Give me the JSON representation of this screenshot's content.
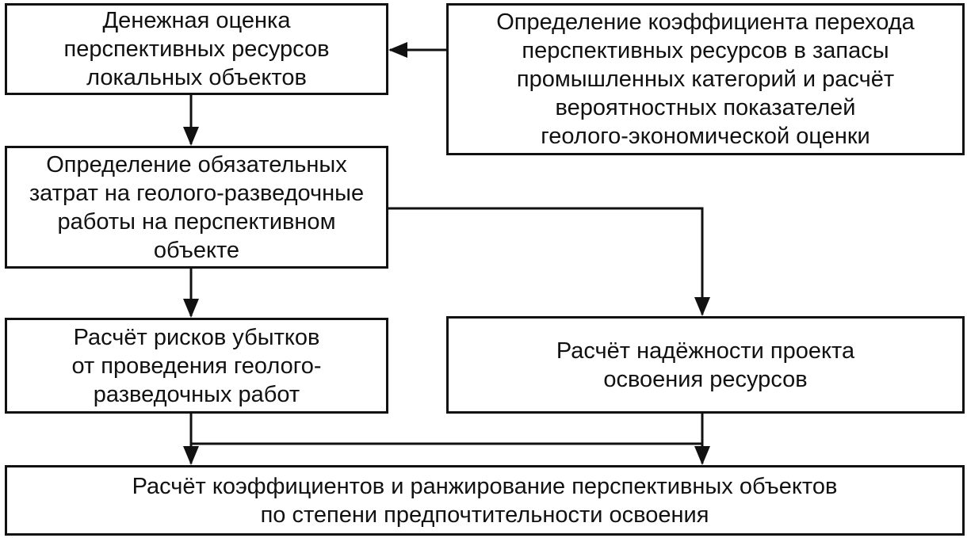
{
  "blocks": {
    "monetary_assessment": [
      "Денежная оценка",
      "перспективных ресурсов",
      "локальных объектов"
    ],
    "conversion_coefficient": [
      "Определение коэффициента перехода",
      "перспективных ресурсов в запасы",
      "промышленных категорий и расчёт",
      "вероятностных показателей",
      "геолого-экономической оценки"
    ],
    "mandatory_costs": [
      "Определение обязательных",
      "затрат на геолого-разведочные",
      "работы на перспективном",
      "объекте"
    ],
    "loss_risks": [
      "Расчёт рисков убытков",
      "от проведения геолого-",
      "разведочных работ"
    ],
    "project_reliability": [
      "Расчёт надёжности проекта",
      "освоения ресурсов"
    ],
    "ranking": [
      "Расчёт коэффициентов и ранжирование перспективных объектов",
      "по степени предпочтительности освоения"
    ]
  },
  "colors": {
    "line": "#111111",
    "background": "#ffffff"
  }
}
